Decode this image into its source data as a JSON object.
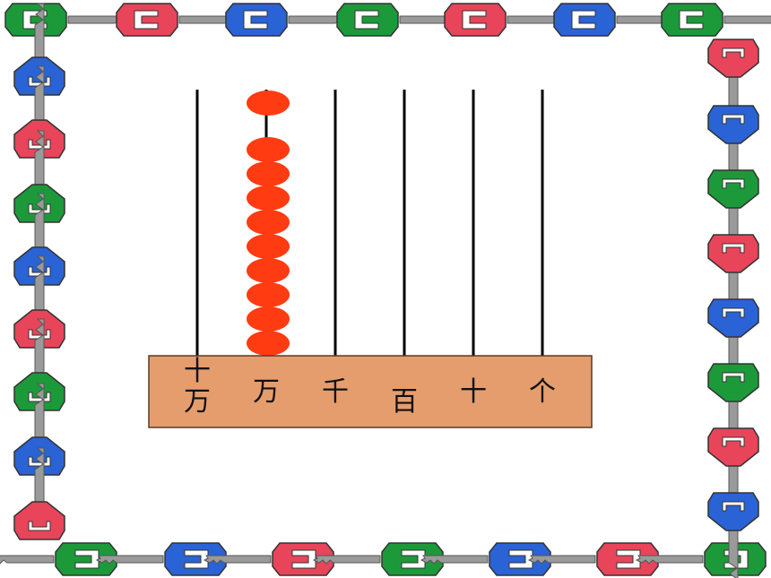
{
  "abacus": {
    "rods": [
      {
        "place": "十万",
        "label_lines": [
          "十",
          "万"
        ],
        "beads": 0
      },
      {
        "place": "万",
        "label_lines": [
          "万"
        ],
        "beads": 10
      },
      {
        "place": "千",
        "label_lines": [
          "千"
        ],
        "beads": 0
      },
      {
        "place": "百",
        "label_lines": [
          "百"
        ],
        "beads": 0
      },
      {
        "place": "十",
        "label_lines": [
          "十"
        ],
        "beads": 0
      },
      {
        "place": "个",
        "label_lines": [
          "个"
        ],
        "beads": 0
      }
    ],
    "colors": {
      "bead": "#ff3b12",
      "base_fill": "#e59d6d",
      "base_stroke": "#5a3a24",
      "rod": "#000000"
    }
  },
  "border": {
    "icon": "key-icon",
    "colors": {
      "red": "#e8455a",
      "blue": "#2a63d6",
      "green": "#1c9a3a",
      "metal": "#8e8e8e"
    }
  }
}
